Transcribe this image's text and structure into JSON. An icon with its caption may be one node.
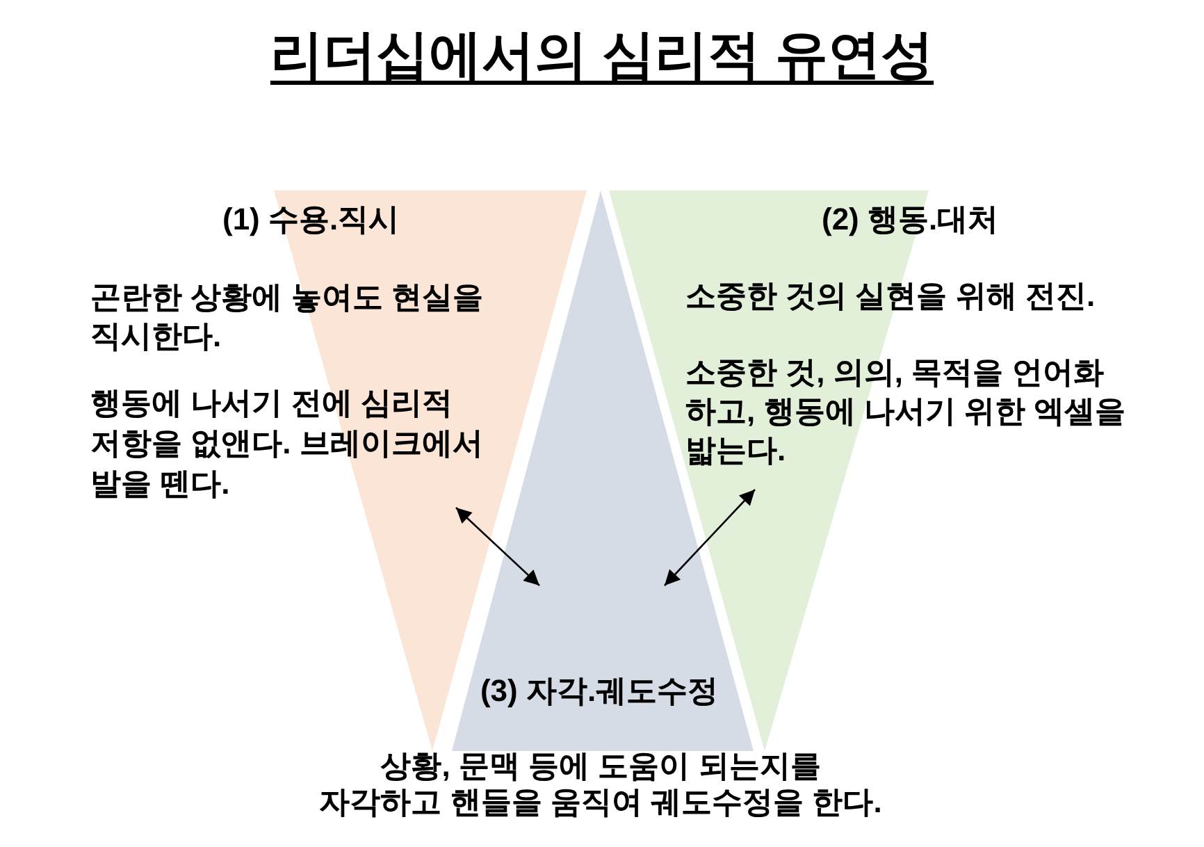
{
  "diagram": {
    "title": "리더십에서의 심리적 유연성",
    "nodes": [
      {
        "text": [
          "(1) 수용.직시",
          "곤란한 상황에 놓여도 현실을 직시한다.",
          "행동에 나서기 전에 심리적 저항을 없앤다. 브레이크에서 발을 뗀다."
        ]
      },
      {
        "text": [
          "(2) 행동.대처",
          "소중한 것의 실현을 위해 전진.",
          "소중한 것, 의의, 목적을 언어화 하고, 행동에 나서기 위한 엑셀을 밟는다."
        ]
      },
      {
        "text": [
          "(3) 자각.궤도수정",
          "상황, 문맥 등에 도움이 되는지를 자각하고 핸들을 움직여 궤도수정을 한다."
        ]
      }
    ],
    "edges": [
      {
        "from": 0,
        "to": 2,
        "arrow": "both"
      },
      {
        "from": 1,
        "to": 2,
        "arrow": "both"
      }
    ]
  }
}
